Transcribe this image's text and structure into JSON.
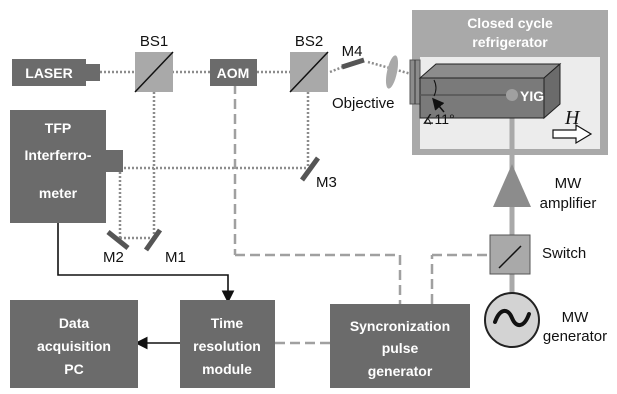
{
  "diagram": {
    "laser": "LASER",
    "bs1": "BS1",
    "bs2": "BS2",
    "aom": "AOM",
    "m1": "M1",
    "m2": "M2",
    "m3": "M3",
    "m4": "M4",
    "objective": "Objective",
    "yig": "YIG",
    "angle": "∡11°",
    "field_h": "H",
    "refrigerator": [
      "Closed cycle",
      "refrigerator"
    ],
    "tfp": [
      "TFP",
      "Interferro-",
      "meter"
    ],
    "mw_amplifier": [
      "MW",
      "amplifier"
    ],
    "switch": "Switch",
    "mw_generator": [
      "MW",
      "generator"
    ],
    "daq": [
      "Data",
      "acquisition",
      "PC"
    ],
    "time_module": [
      "Time",
      "resolution",
      "module"
    ],
    "sync": [
      "Syncronization",
      "pulse",
      "generator"
    ]
  },
  "colors": {
    "box_fill": "#6b6b6b",
    "light_box": "#a9a9a9",
    "beam": "#8c8c8c",
    "signal_line": "#a0a0a0",
    "arrow": "#111111"
  }
}
